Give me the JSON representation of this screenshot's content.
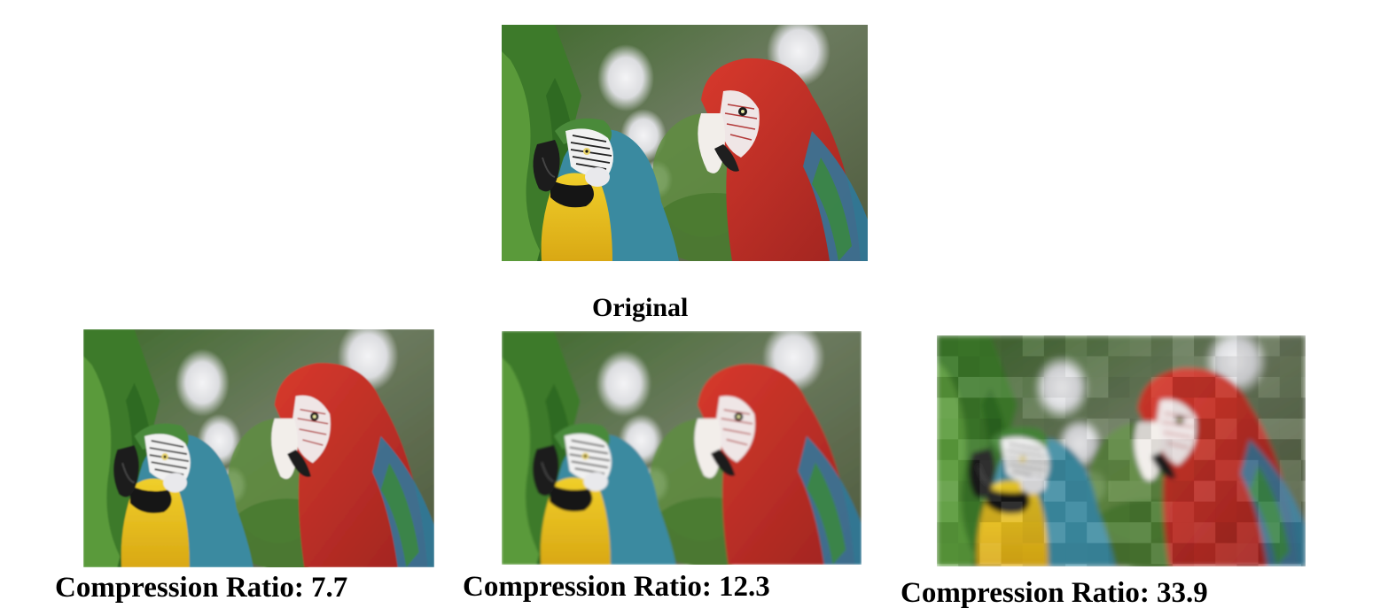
{
  "slide": {
    "original_caption": "Original",
    "captions": [
      "Compression Ratio: 7.7",
      "Compression Ratio: 12.3",
      "Compression Ratio: 33.9"
    ]
  },
  "images": {
    "original": {
      "subject": "parrots-photo",
      "variant": "original"
    },
    "ratio_7_7": {
      "subject": "parrots-photo",
      "variant": "compressed-7.7"
    },
    "ratio_12_3": {
      "subject": "parrots-photo",
      "variant": "compressed-12.3"
    },
    "ratio_33_9": {
      "subject": "parrots-photo",
      "variant": "compressed-33.9"
    }
  },
  "colors": {
    "background_green": "#4f7a3a",
    "macaw_red": "#c0302a",
    "macaw_yellow": "#e6c21e",
    "macaw_blue": "#3a8aa0",
    "bokeh_white": "#e8e8ea"
  }
}
